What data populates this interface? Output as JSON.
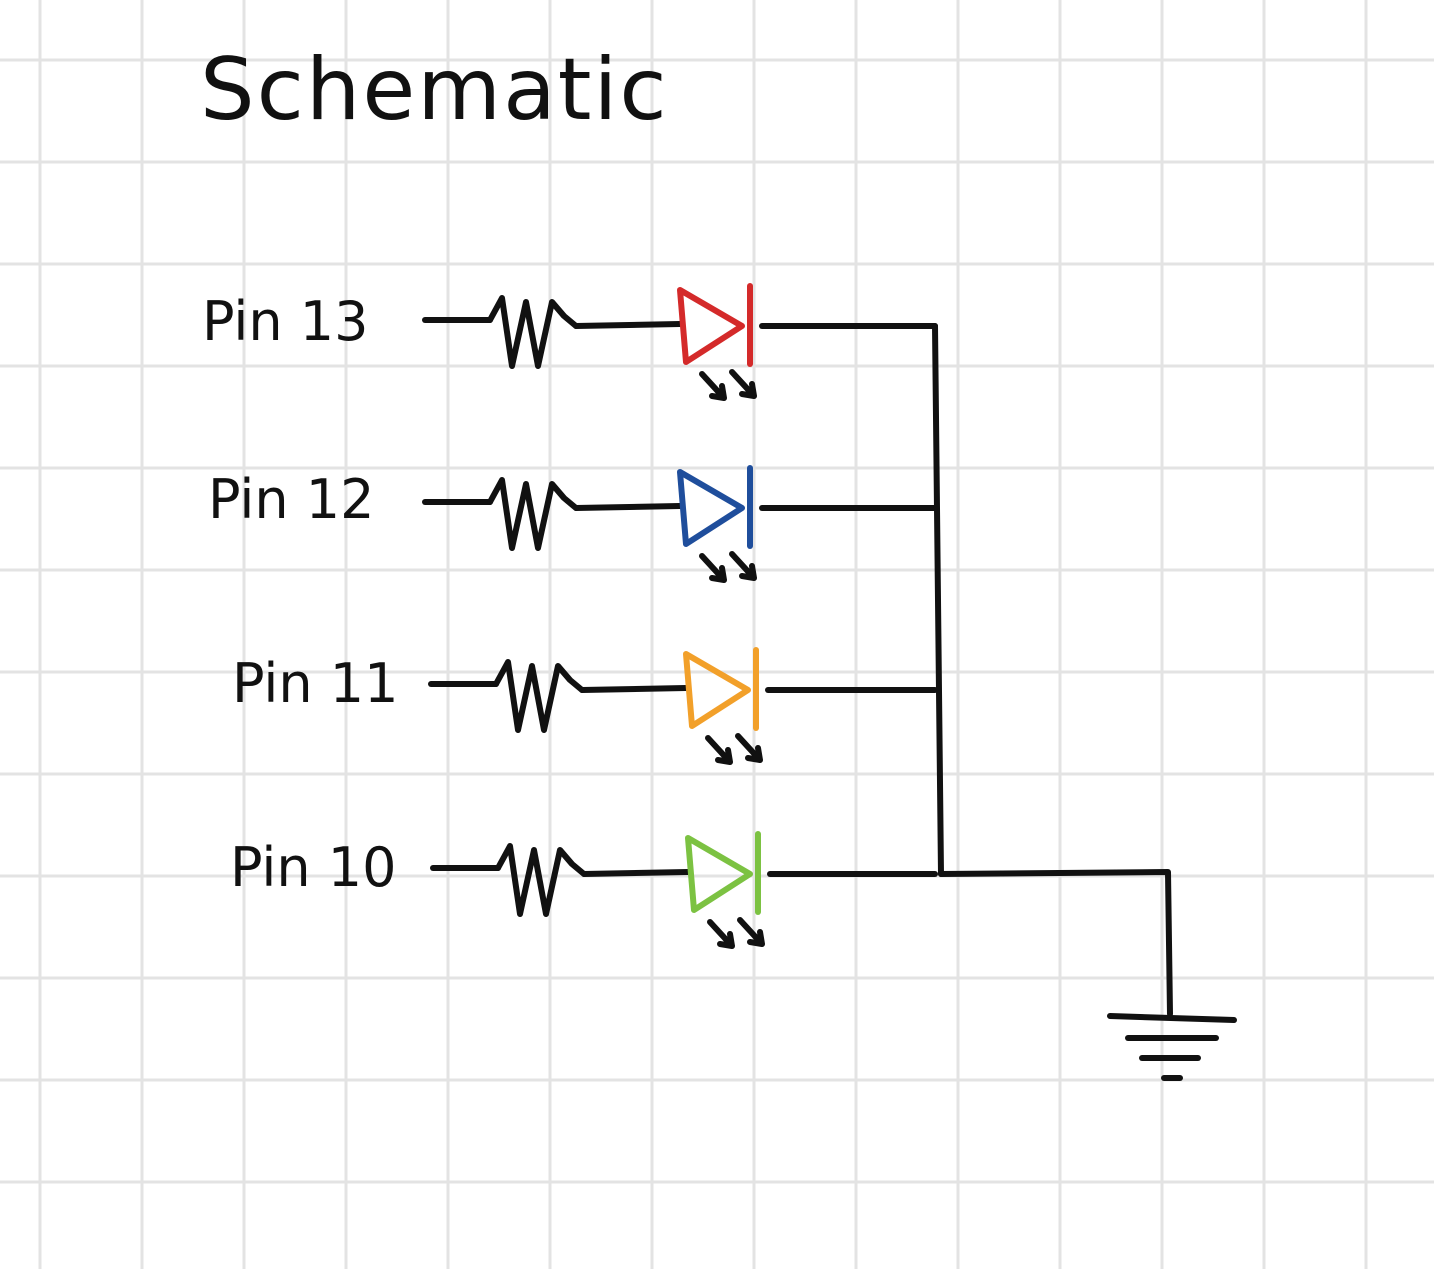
{
  "title": "Schematic",
  "pins": [
    {
      "label": "Pin 13",
      "led_color": "#d42a2a"
    },
    {
      "label": "Pin 12",
      "led_color": "#1f4e9c"
    },
    {
      "label": "Pin 11",
      "led_color": "#f2a02a"
    },
    {
      "label": "Pin 10",
      "led_color": "#7cc242"
    }
  ],
  "colors": {
    "wire": "#111111",
    "grid": "#e3e3e3",
    "background": "#ffffff"
  },
  "icons": {
    "resistor": "resistor-icon",
    "led": "led-icon",
    "ground": "ground-icon"
  }
}
